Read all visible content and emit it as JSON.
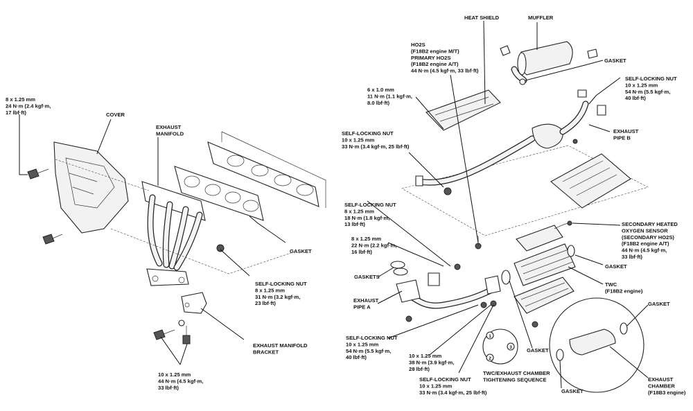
{
  "labels": [
    {
      "id": "cover-bolt-spec",
      "lines": [
        "8 x 1.25 mm",
        "24 N·m (2.4 kgf·m,",
        "17 lbf·ft)"
      ]
    },
    {
      "id": "cover",
      "lines": [
        "COVER"
      ]
    },
    {
      "id": "exhaust-manifold",
      "lines": [
        "EXHAUST",
        "MANIFOLD"
      ]
    },
    {
      "id": "gasket-manifold",
      "lines": [
        "GASKET"
      ]
    },
    {
      "id": "self-locking-nut-manifold",
      "lines": [
        "SELF-LOCKING NUT",
        "8 x 1.25 mm",
        "31 N·m (3.2 kgf·m,",
        "23 lbf·ft)"
      ]
    },
    {
      "id": "manifold-bracket",
      "lines": [
        "EXHAUST MANIFOLD",
        "BRACKET"
      ]
    },
    {
      "id": "bracket-bolt-spec",
      "lines": [
        "10 x 1.25 mm",
        "44 N·m (4.5 kgf·m,",
        "33 lbf·ft)"
      ]
    },
    {
      "id": "heat-shield",
      "lines": [
        "HEAT SHIELD"
      ]
    },
    {
      "id": "muffler",
      "lines": [
        "MUFFLER"
      ]
    },
    {
      "id": "ho2s",
      "lines": [
        "HO2S",
        "(F18B2 engine M/T)",
        "PRIMARY HO2S",
        "(F18B2 engine A/T)",
        "44 N·m (4.5 kgf·m, 33 lbf·ft)"
      ]
    },
    {
      "id": "gasket-muffler",
      "lines": [
        "GASKET"
      ]
    },
    {
      "id": "self-locking-nut-muffler",
      "lines": [
        "SELF-LOCKING NUT",
        "10 x 1.25 mm",
        "54 N·m (5.5 kgf·m,",
        "40 lbf·ft)"
      ]
    },
    {
      "id": "heat-shield-bolt-spec",
      "lines": [
        "6 x 1.0 mm",
        "11 N·m (1.1 kgf·m,",
        "8.0 lbf·ft)"
      ]
    },
    {
      "id": "exhaust-pipe-b",
      "lines": [
        "EXHAUST",
        "PIPE B"
      ]
    },
    {
      "id": "self-locking-nut-pipe-b",
      "lines": [
        "SELF-LOCKING NUT",
        "10 x 1.25 mm",
        "33 N·m (3.4 kgf·m, 25 lbf·ft)"
      ]
    },
    {
      "id": "self-locking-nut-twc",
      "lines": [
        "SELF-LOCKING NUT",
        "8 x 1.25 mm",
        "18 N·m (1.8 kgf·m,",
        "13 lbf·ft)"
      ]
    },
    {
      "id": "secondary-ho2s",
      "lines": [
        "SECONDARY HEATED",
        "OXYGEN SENSOR",
        "(SECONDARY HO2S)",
        "(F18B2 engine A/T)",
        "44 N·m (4.5 kgf·m,",
        "33 lbf·ft)"
      ]
    },
    {
      "id": "twc-bolt-spec",
      "lines": [
        "8 x 1.25 mm",
        "22 N·m (2.2 kgf·m,",
        "16 lbf·ft)"
      ]
    },
    {
      "id": "gasket-twc-rear",
      "lines": [
        "GASKET"
      ]
    },
    {
      "id": "gaskets",
      "lines": [
        "GASKETS"
      ]
    },
    {
      "id": "twc",
      "lines": [
        "TWC",
        "(F18B2 engine)"
      ]
    },
    {
      "id": "exhaust-pipe-a",
      "lines": [
        "EXHAUST",
        "PIPE A"
      ]
    },
    {
      "id": "gasket-chamber-top",
      "lines": [
        "GASKET"
      ]
    },
    {
      "id": "self-locking-nut-pipe-a",
      "lines": [
        "SELF-LOCKING NUT",
        "10 x 1.25 mm",
        "54 N·m (5.5 kgf·m,",
        "40 lbf·ft)"
      ]
    },
    {
      "id": "pipe-a-bolt-spec",
      "lines": [
        "10 x 1.25 mm",
        "38 N·m (3.9 kgf·m,",
        "28 lbf·ft)"
      ]
    },
    {
      "id": "gasket-twc-front",
      "lines": [
        "GASKET"
      ]
    },
    {
      "id": "twc-sequence",
      "lines": [
        "TWC/EXHAUST CHAMBER",
        "TIGHTENING SEQUENCE"
      ]
    },
    {
      "id": "self-locking-nut-chamber",
      "lines": [
        "SELF-LOCKING NUT",
        "10 x 1.25 mm",
        "33 N·m (3.4 kgf·m, 25 lbf·ft)"
      ]
    },
    {
      "id": "gasket-chamber-bottom",
      "lines": [
        "GASKET"
      ]
    },
    {
      "id": "exhaust-chamber",
      "lines": [
        "EXHAUST",
        "CHAMBER",
        "(F18B3 engine)"
      ]
    }
  ],
  "sequence_numbers": [
    "1",
    "2",
    "3"
  ]
}
